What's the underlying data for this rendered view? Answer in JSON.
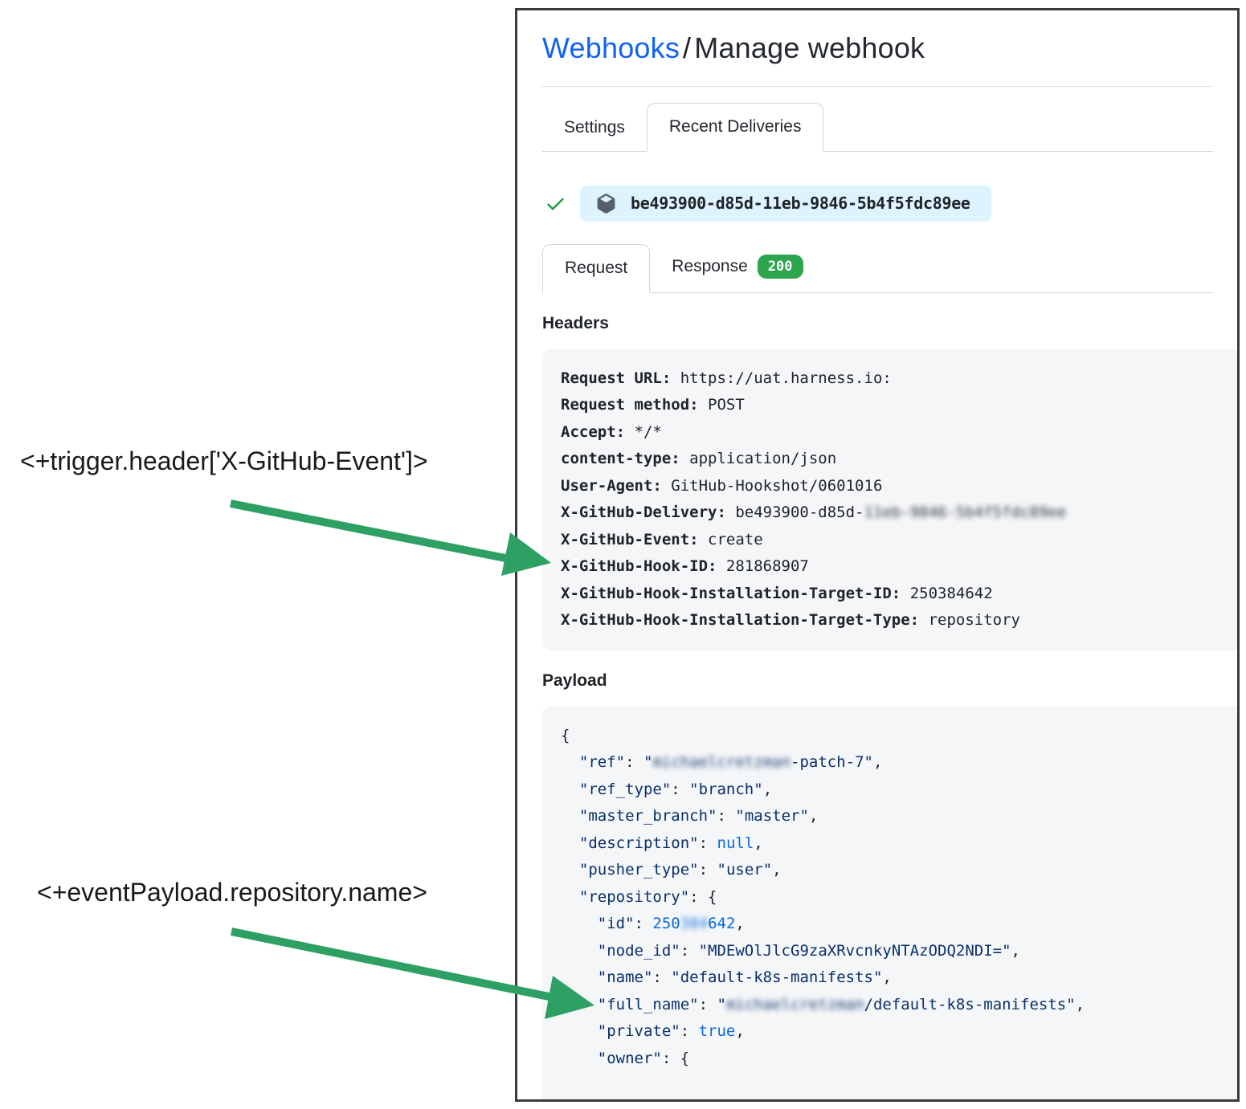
{
  "annotations": {
    "trigger_expression": "<+trigger.header['X-GitHub-Event']>",
    "payload_expression": "<+eventPayload.repository.name>"
  },
  "colors": {
    "link_blue": "#1162f3",
    "arrow_green": "#2fa064",
    "badge_green": "#2da44e",
    "check_green": "#229a41",
    "pill_bg": "#ddf4ff",
    "code_bg": "#f4f6f8",
    "json_navy": "#0a3069",
    "json_blue": "#0969da"
  },
  "page": {
    "breadcrumb_link": "Webhooks",
    "breadcrumb_separator": "/",
    "title": "Manage webhook",
    "tabs": [
      {
        "label": "Settings",
        "active": false
      },
      {
        "label": "Recent Deliveries",
        "active": true
      }
    ],
    "delivery": {
      "guid": "be493900-d85d-11eb-9846-5b4f5fdc89ee",
      "status": "success"
    },
    "subtabs": [
      {
        "label": "Request",
        "active": true
      },
      {
        "label": "Response",
        "badge": "200"
      }
    ],
    "headers_section": {
      "title": "Headers",
      "lines": [
        [
          {
            "text": "Request URL:",
            "style": "label"
          },
          {
            "text": " https://uat.harness.io:",
            "style": "plain"
          }
        ],
        [
          {
            "text": "Request method:",
            "style": "label"
          },
          {
            "text": " POST",
            "style": "plain"
          }
        ],
        [
          {
            "text": "Accept:",
            "style": "label"
          },
          {
            "text": " */*",
            "style": "plain"
          }
        ],
        [
          {
            "text": "content-type:",
            "style": "label"
          },
          {
            "text": " application/json",
            "style": "plain"
          }
        ],
        [
          {
            "text": "User-Agent:",
            "style": "label"
          },
          {
            "text": " GitHub-Hookshot/0601016",
            "style": "plain"
          }
        ],
        [
          {
            "text": "X-GitHub-Delivery:",
            "style": "label"
          },
          {
            "text": " be493900-d85d-",
            "style": "plain"
          },
          {
            "text": "11eb-9846-5b4f5fdc89ee",
            "style": "plain",
            "redacted": true
          }
        ],
        [
          {
            "text": "X-GitHub-Event:",
            "style": "label"
          },
          {
            "text": " create",
            "style": "plain"
          }
        ],
        [
          {
            "text": "X-GitHub-Hook-ID:",
            "style": "label"
          },
          {
            "text": " 281868907",
            "style": "plain"
          }
        ],
        [
          {
            "text": "X-GitHub-Hook-Installation-Target-ID:",
            "style": "label"
          },
          {
            "text": " 250384642",
            "style": "plain"
          }
        ],
        [
          {
            "text": "X-GitHub-Hook-Installation-Target-Type:",
            "style": "label"
          },
          {
            "text": " repository",
            "style": "plain"
          }
        ]
      ]
    },
    "payload_section": {
      "title": "Payload",
      "lines": [
        [
          {
            "text": "{",
            "style": "pun"
          }
        ],
        [
          {
            "text": "  ",
            "style": "pun"
          },
          {
            "text": "\"ref\"",
            "style": "key"
          },
          {
            "text": ": ",
            "style": "pun"
          },
          {
            "text": "\"",
            "style": "str"
          },
          {
            "text": "michaelcretzman",
            "style": "str",
            "redacted": true
          },
          {
            "text": "-patch-7\"",
            "style": "str"
          },
          {
            "text": ",",
            "style": "pun"
          }
        ],
        [
          {
            "text": "  ",
            "style": "pun"
          },
          {
            "text": "\"ref_type\"",
            "style": "key"
          },
          {
            "text": ": ",
            "style": "pun"
          },
          {
            "text": "\"branch\"",
            "style": "str"
          },
          {
            "text": ",",
            "style": "pun"
          }
        ],
        [
          {
            "text": "  ",
            "style": "pun"
          },
          {
            "text": "\"master_branch\"",
            "style": "key"
          },
          {
            "text": ": ",
            "style": "pun"
          },
          {
            "text": "\"master\"",
            "style": "str"
          },
          {
            "text": ",",
            "style": "pun"
          }
        ],
        [
          {
            "text": "  ",
            "style": "pun"
          },
          {
            "text": "\"description\"",
            "style": "key"
          },
          {
            "text": ": ",
            "style": "pun"
          },
          {
            "text": "null",
            "style": "lit"
          },
          {
            "text": ",",
            "style": "pun"
          }
        ],
        [
          {
            "text": "  ",
            "style": "pun"
          },
          {
            "text": "\"pusher_type\"",
            "style": "key"
          },
          {
            "text": ": ",
            "style": "pun"
          },
          {
            "text": "\"user\"",
            "style": "str"
          },
          {
            "text": ",",
            "style": "pun"
          }
        ],
        [
          {
            "text": "  ",
            "style": "pun"
          },
          {
            "text": "\"repository\"",
            "style": "key"
          },
          {
            "text": ": {",
            "style": "pun"
          }
        ],
        [
          {
            "text": "    ",
            "style": "pun"
          },
          {
            "text": "\"id\"",
            "style": "key"
          },
          {
            "text": ": ",
            "style": "pun"
          },
          {
            "text": "250",
            "style": "lit"
          },
          {
            "text": "384",
            "style": "lit",
            "redacted": true
          },
          {
            "text": "642",
            "style": "lit"
          },
          {
            "text": ",",
            "style": "pun"
          }
        ],
        [
          {
            "text": "    ",
            "style": "pun"
          },
          {
            "text": "\"node_id\"",
            "style": "key"
          },
          {
            "text": ": ",
            "style": "pun"
          },
          {
            "text": "\"MDEwOlJlcG9zaXRvcnkyNTAzODQ2NDI=\"",
            "style": "str"
          },
          {
            "text": ",",
            "style": "pun"
          }
        ],
        [
          {
            "text": "    ",
            "style": "pun"
          },
          {
            "text": "\"name\"",
            "style": "key"
          },
          {
            "text": ": ",
            "style": "pun"
          },
          {
            "text": "\"default-k8s-manifests\"",
            "style": "str"
          },
          {
            "text": ",",
            "style": "pun"
          }
        ],
        [
          {
            "text": "    ",
            "style": "pun"
          },
          {
            "text": "\"full_name\"",
            "style": "key"
          },
          {
            "text": ": ",
            "style": "pun"
          },
          {
            "text": "\"",
            "style": "str"
          },
          {
            "text": "michaelcretzman",
            "style": "str",
            "redacted": true
          },
          {
            "text": "/default-k8s-manifests\"",
            "style": "str"
          },
          {
            "text": ",",
            "style": "pun"
          }
        ],
        [
          {
            "text": "    ",
            "style": "pun"
          },
          {
            "text": "\"private\"",
            "style": "key"
          },
          {
            "text": ": ",
            "style": "pun"
          },
          {
            "text": "true",
            "style": "lit"
          },
          {
            "text": ",",
            "style": "pun"
          }
        ],
        [
          {
            "text": "    ",
            "style": "pun"
          },
          {
            "text": "\"owner\"",
            "style": "key"
          },
          {
            "text": ": {",
            "style": "pun"
          }
        ]
      ]
    }
  }
}
